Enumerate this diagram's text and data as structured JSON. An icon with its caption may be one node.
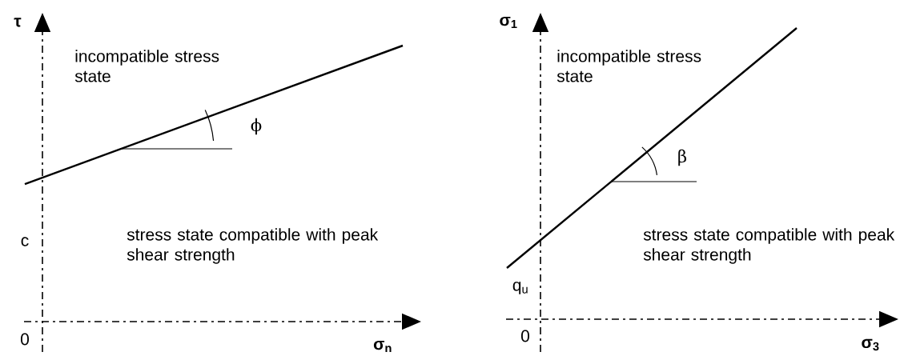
{
  "diagram": {
    "labels": [
      "τ",
      "σ$_{1}$",
      "incompatible stress state",
      "incompatible stress state",
      "ϕ",
      "β",
      "c",
      "stress state compatible with peak shear strength",
      "stress state compatible with peak shear strength",
      "q$_{u}$",
      "0",
      "0",
      "σ$_{n}$",
      "σ$_{3}$"
    ]
  }
}
